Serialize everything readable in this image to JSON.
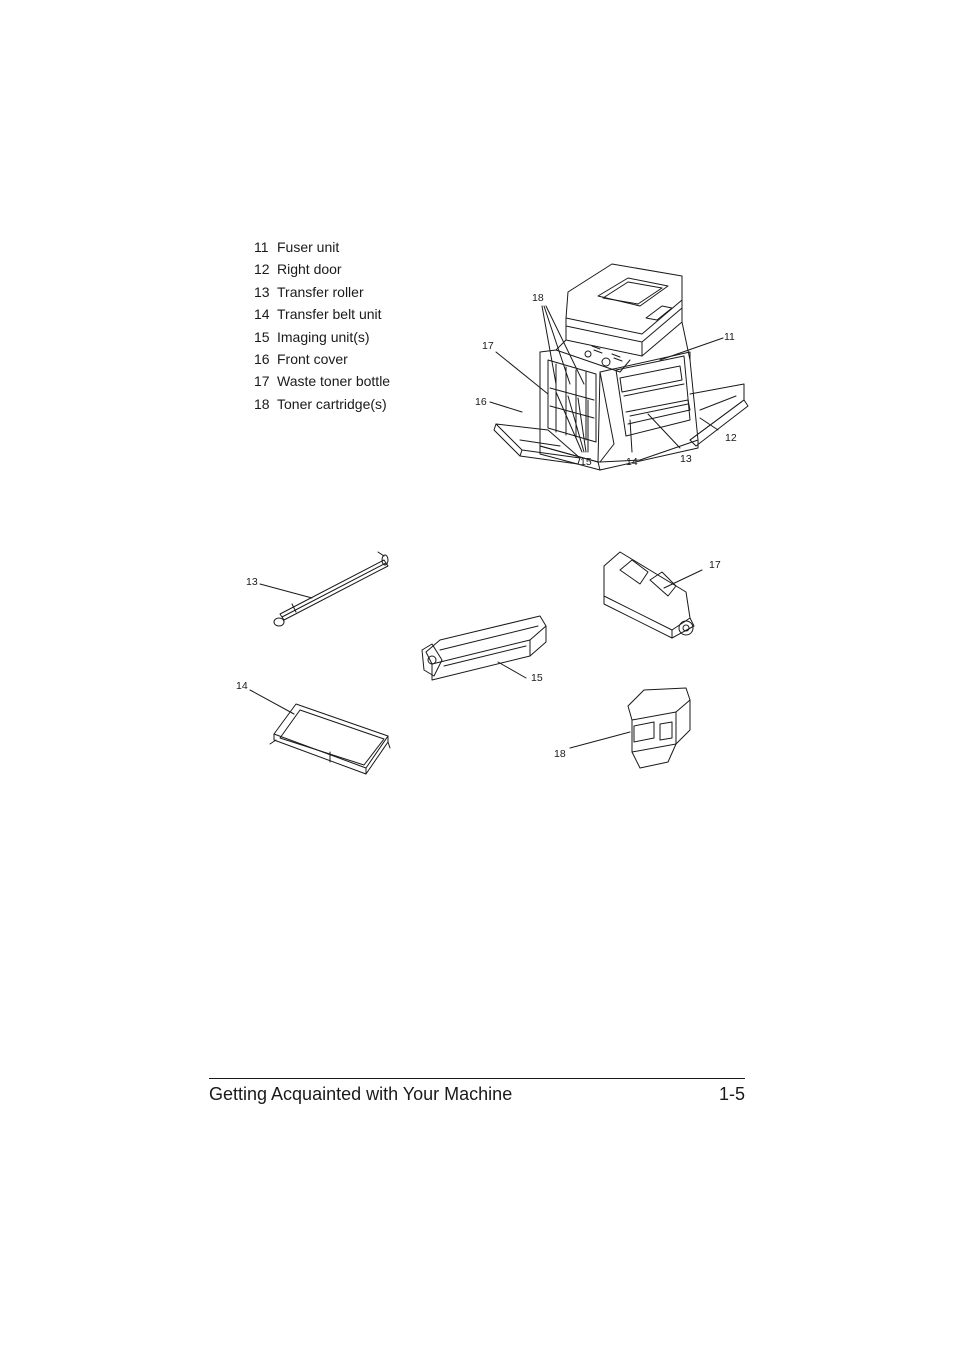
{
  "parts": [
    {
      "num": "11",
      "label": "Fuser unit"
    },
    {
      "num": "12",
      "label": "Right door"
    },
    {
      "num": "13",
      "label": "Transfer roller"
    },
    {
      "num": "14",
      "label": "Transfer belt unit"
    },
    {
      "num": "15",
      "label": "Imaging unit(s)"
    },
    {
      "num": "16",
      "label": "Front cover"
    },
    {
      "num": "17",
      "label": "Waste toner bottle"
    },
    {
      "num": "18",
      "label": "Toner cartridge(s)"
    }
  ],
  "callouts": {
    "printer": {
      "c18": "18",
      "c17": "17",
      "c16": "16",
      "c11": "11",
      "c12": "12",
      "c15": "15",
      "c14": "14",
      "c13": "13"
    },
    "parts": {
      "c13": "13",
      "c14": "14",
      "c15": "15",
      "c17": "17",
      "c18": "18"
    }
  },
  "footer": {
    "title": "Getting Acquainted with Your Machine",
    "page": "1-5"
  }
}
